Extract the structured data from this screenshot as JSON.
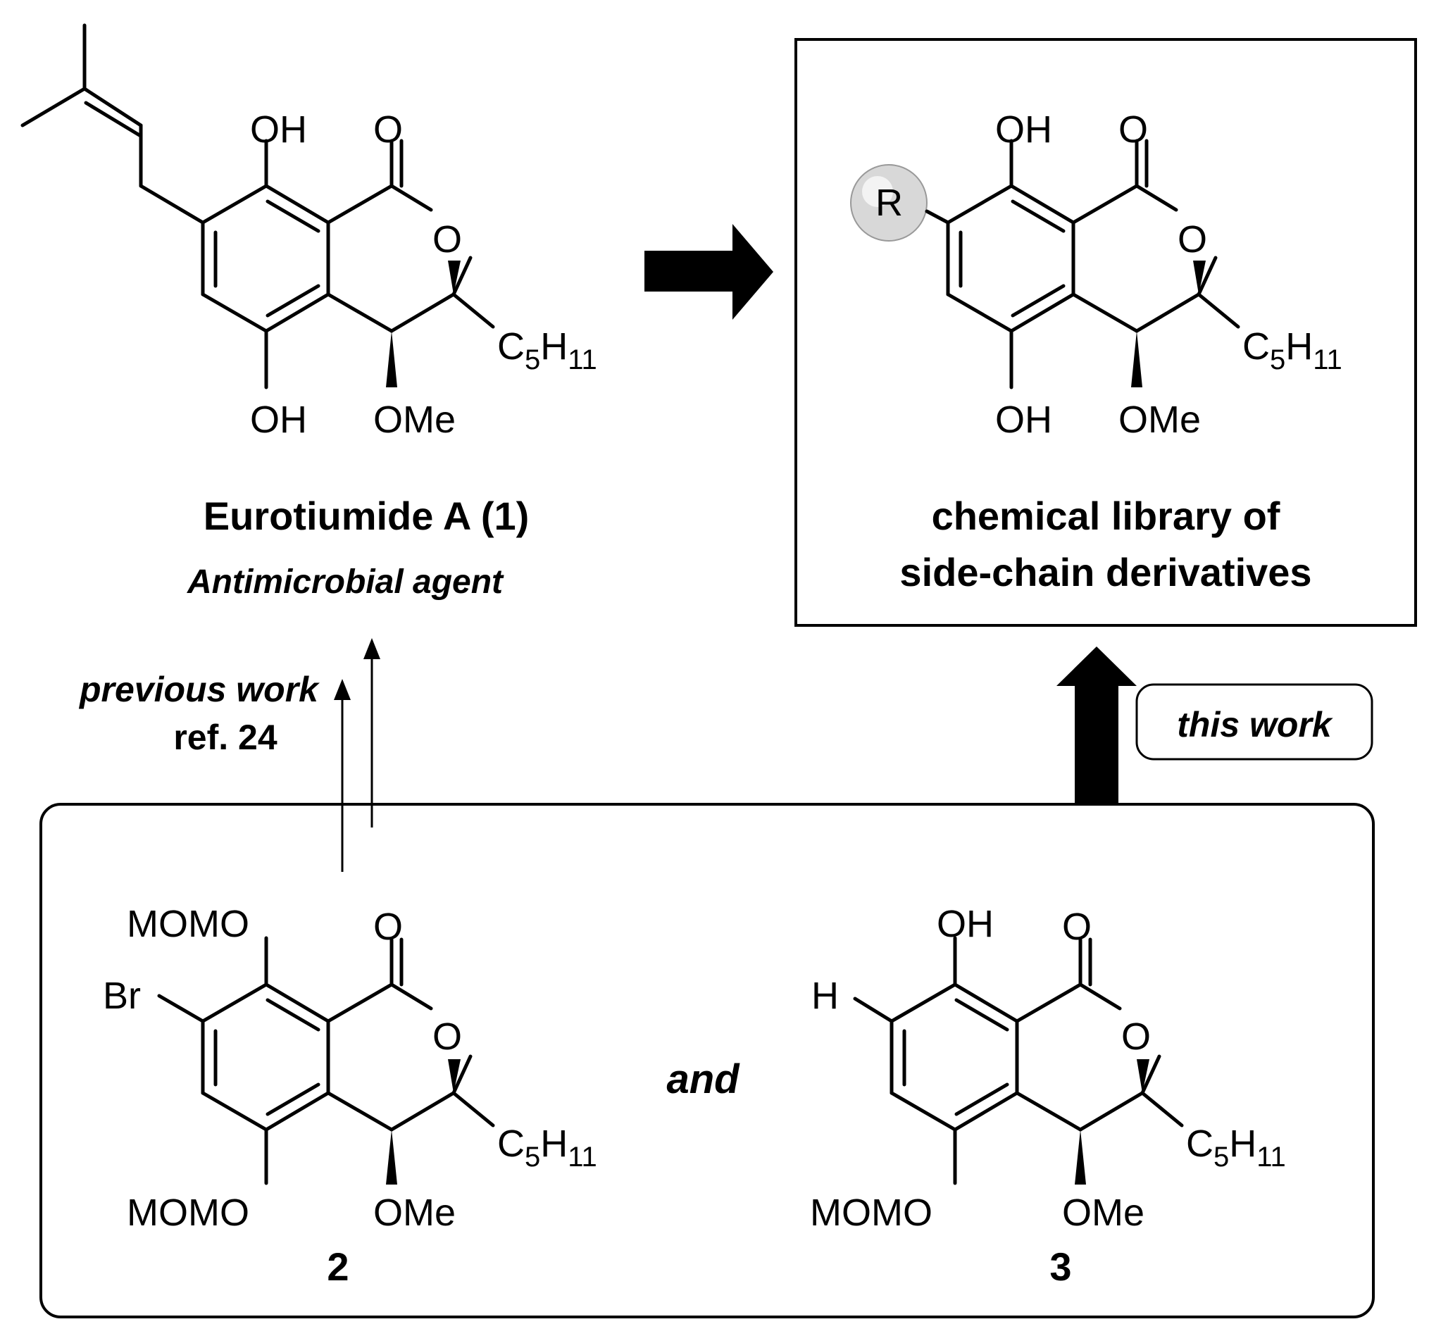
{
  "diagram": {
    "compound1": {
      "atoms": {
        "oh_top": "OH",
        "carbonyl_o": "O",
        "ring_o": "O",
        "chain": "C",
        "chain_sub1": "5",
        "chain_h": "H",
        "chain_sub2": "11",
        "oh_bottom": "OH",
        "ome": "OMe"
      },
      "name": "Eurotiumide A (1)",
      "activity": "Antimicrobial agent"
    },
    "library": {
      "atoms": {
        "r_group": "R",
        "oh_top": "OH",
        "carbonyl_o": "O",
        "ring_o": "O",
        "chain": "C",
        "chain_sub1": "5",
        "chain_h": "H",
        "chain_sub2": "11",
        "oh_bottom": "OH",
        "ome": "OMe"
      },
      "caption_line1": "chemical library of",
      "caption_line2": "side-chain derivatives"
    },
    "previous_work": {
      "line1": "previous work",
      "line2": "ref. 24"
    },
    "this_work": "this work",
    "compound2": {
      "atoms": {
        "momo_top": "MOMO",
        "br": "Br",
        "carbonyl_o": "O",
        "ring_o": "O",
        "chain": "C",
        "chain_sub1": "5",
        "chain_h": "H",
        "chain_sub2": "11",
        "momo_bottom": "MOMO",
        "ome": "OMe"
      },
      "number": "2"
    },
    "and_label": "and",
    "compound3": {
      "atoms": {
        "oh_top": "OH",
        "h": "H",
        "carbonyl_o": "O",
        "ring_o": "O",
        "chain": "C",
        "chain_sub1": "5",
        "chain_h": "H",
        "chain_sub2": "11",
        "momo_bottom": "MOMO",
        "ome": "OMe"
      },
      "number": "3"
    }
  }
}
